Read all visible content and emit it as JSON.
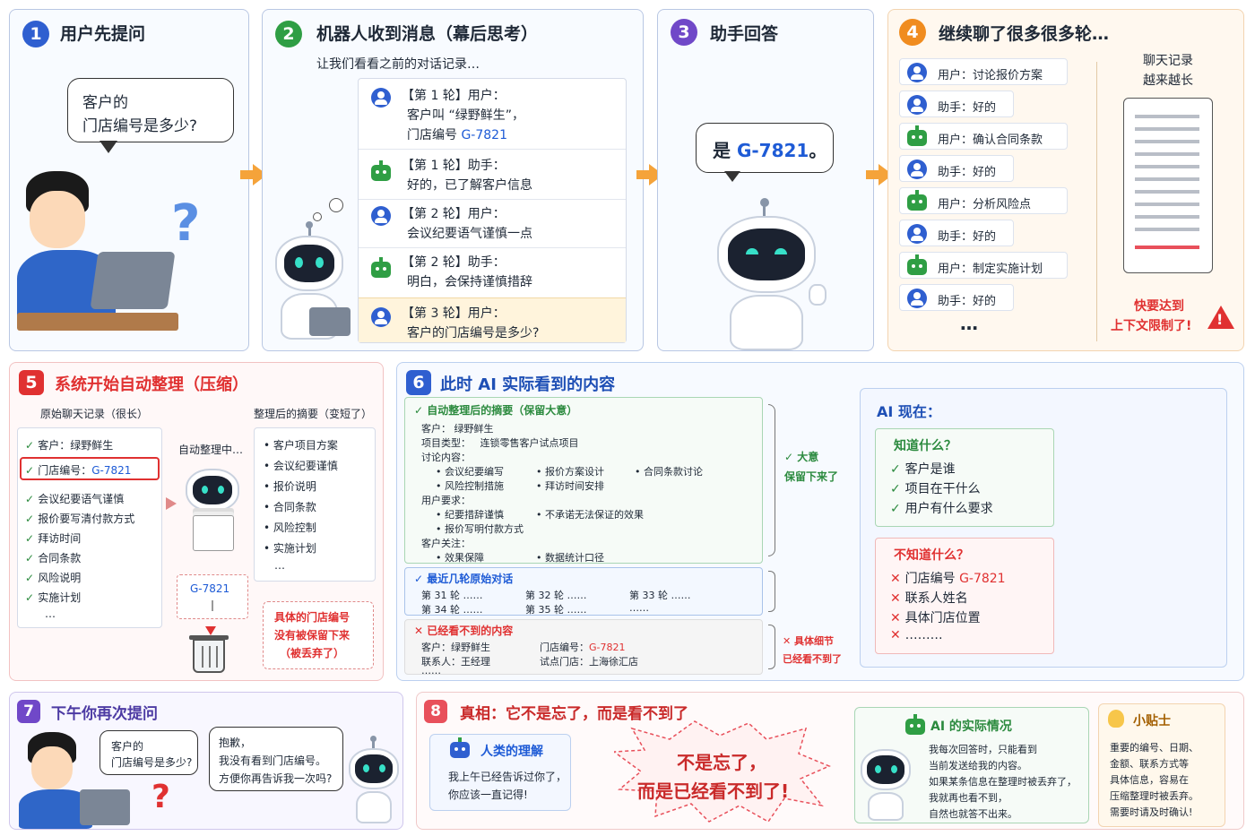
{
  "p1": {
    "num": "1",
    "title": "用户先提问",
    "bubble_line1": "客户的",
    "bubble_line2": "门店编号是多少?",
    "question": "?"
  },
  "p2": {
    "num": "2",
    "title": "机器人收到消息（幕后思考）",
    "subtitle": "让我们看看之前的对话记录…",
    "rows": [
      {
        "role": "user",
        "line1": "【第 1 轮】用户：",
        "line2": "客户叫 “绿野鲜生”，",
        "line3": "门店编号 ",
        "code": "G-7821"
      },
      {
        "role": "bot",
        "line1": "【第 1 轮】助手：",
        "line2": "好的，已了解客户信息"
      },
      {
        "role": "user",
        "line1": "【第 2 轮】用户：",
        "line2": "会议纪要语气谨慎一点"
      },
      {
        "role": "bot",
        "line1": "【第 2 轮】助手：",
        "line2": "明白，会保持谨慎措辞"
      },
      {
        "role": "user",
        "line1": "【第 3 轮】用户：",
        "line2": "客户的门店编号是多少?"
      }
    ]
  },
  "p3": {
    "num": "3",
    "title": "助手回答",
    "answer_prefix": "是 ",
    "answer_code": "G-7821",
    "answer_suffix": "。"
  },
  "p4": {
    "num": "4",
    "title": "继续聊了很多很多轮…",
    "items": [
      "用户：讨论报价方案",
      "助手：好的",
      "用户：确认合同条款",
      "助手：好的",
      "用户：分析风险点",
      "助手：好的",
      "用户：制定实施计划",
      "助手：好的"
    ],
    "ellipsis": "…",
    "log_line1": "聊天记录",
    "log_line2": "越来越长",
    "warn_line1": "快要达到",
    "warn_line2": "上下文限制了!",
    "warn_icon": "!"
  },
  "p5": {
    "num": "5",
    "title": "系统开始自动整理（压缩）",
    "left_title": "原始聊天记录（很长）",
    "right_title": "整理后的摘要（变短了）",
    "raw": [
      "客户：绿野鲜生",
      "门店编号：",
      "会议纪要语气谨慎",
      "报价要写清付款方式",
      "拜访时间",
      "合同条款",
      "风险说明",
      "实施计划",
      "…"
    ],
    "raw_code": "G-7821",
    "process": "自动整理中…",
    "dropped_code": "G-7821",
    "summary": [
      "客户项目方案",
      "会议纪要谨慎",
      "报价说明",
      "合同条款",
      "风险控制",
      "实施计划",
      "…"
    ],
    "lost_line1": "具体的门店编号",
    "lost_line2": "没有被保留下来",
    "lost_line3": "（被丢弃了）"
  },
  "p6": {
    "num": "6",
    "title": "此时 AI 实际看到的内容",
    "sum_title": "自动整理后的摘要（保留大意）",
    "client_label": "客户：",
    "client": "绿野鲜生",
    "ptype_label": "项目类型：",
    "ptype": "连锁零售客户试点项目",
    "topics_label": "讨论内容：",
    "topics": [
      "会议纪要编写",
      "报价方案设计",
      "合同条款讨论",
      "风险控制措施",
      "拜访时间安排"
    ],
    "req_label": "用户要求：",
    "reqs": [
      "纪要措辞谨慎",
      "不承诺无法保证的效果",
      "报价写明付款方式"
    ],
    "concern_label": "客户关注：",
    "concerns": [
      "效果保障",
      "数据统计口径"
    ],
    "keep_line1": "大意",
    "keep_line2": "保留下来了",
    "recent_title": "最近几轮原始对话",
    "recent": [
      "第 31 轮 ……",
      "第 32 轮 ……",
      "第 33 轮 ……",
      "第 34 轮 ……",
      "第 35 轮 ……",
      "……"
    ],
    "lost_title": "已经看不到的内容",
    "lost_client": "客户：绿野鲜生",
    "lost_store_label": "门店编号：",
    "lost_store_code": "G-7821",
    "lost_contact": "联系人：王经理",
    "lost_trial": "试点门店：上海徐汇店",
    "lost_more": "……",
    "detail_line1": "具体细节",
    "detail_line2": "已经看不到了",
    "ai_now": "AI 现在：",
    "know_title": "知道什么？",
    "know": [
      "客户是谁",
      "项目在干什么",
      "用户有什么要求"
    ],
    "unknown_title": "不知道什么？",
    "unknown_store": "门店编号 ",
    "unknown_code": "G-7821",
    "unknown": [
      "联系人姓名",
      "具体门店位置",
      "………"
    ]
  },
  "p7": {
    "num": "7",
    "title": "下午你再次提问",
    "q_line1": "客户的",
    "q_line2": "门店编号是多少?",
    "a_line1": "抱歉，",
    "a_line2": "我没有看到门店编号。",
    "a_line3": "方便你再告诉我一次吗?",
    "question": "?"
  },
  "p8": {
    "num": "8",
    "title": "真相：它不是忘了，而是看不到了",
    "human_title": "人类的理解",
    "human_line1": "我上午已经告诉过你了，",
    "human_line2": "你应该一直记得!",
    "burst_line1": "不是忘了，",
    "burst_line2": "而是已经看不到了!",
    "ai_title": "AI 的实际情况",
    "ai_lines": [
      "我每次回答时，只能看到",
      "当前发送给我的内容。",
      "如果某条信息在整理时被丢弃了，",
      "我就再也看不到，",
      "自然也就答不出来。"
    ],
    "tip_title": "小贴士",
    "tip_lines": [
      "重要的编号、日期、",
      "金额、联系方式等",
      "具体信息，容易在",
      "压缩整理时被丢弃。",
      "需要时请及时确认!"
    ]
  },
  "colors": {
    "accent_blue": "#1e5bd6",
    "warn_red": "#e03131",
    "ok_green": "#2b8a3e",
    "arrow_orange": "#f5a33a"
  }
}
